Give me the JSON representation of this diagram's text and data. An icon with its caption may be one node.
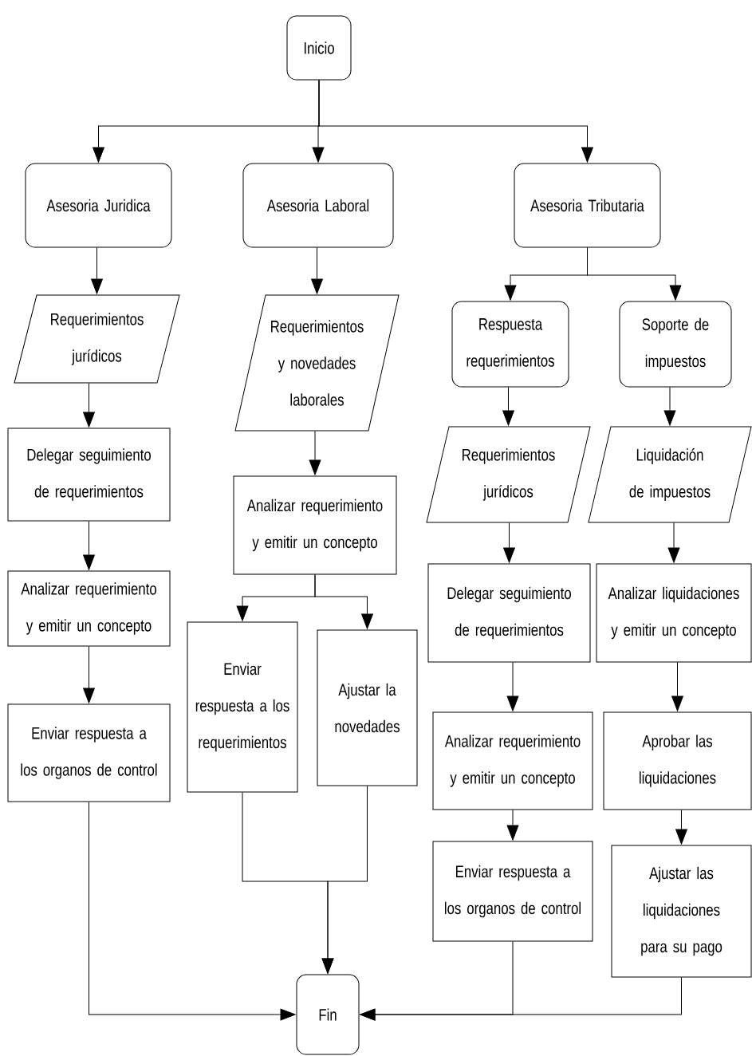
{
  "diagram": {
    "nodes": [
      {
        "text": [
          "Inicio"
        ]
      },
      {
        "text": [
          "Asesoria Juridica"
        ]
      },
      {
        "text": [
          "Asesoria Laboral"
        ]
      },
      {
        "text": [
          "Asesoria Tributaria"
        ]
      },
      {
        "text": [
          "Requerimientos jurídicos"
        ]
      },
      {
        "text": [
          "Requerimientos y novedades laborales"
        ]
      },
      {
        "text": [
          "Respuesta requerimientos"
        ]
      },
      {
        "text": [
          "Soporte de impuestos"
        ]
      },
      {
        "text": [
          "Delegar seguimiento de requerimientos"
        ]
      },
      {
        "text": [
          "Analizar requerimiento y emitir un concepto"
        ]
      },
      {
        "text": [
          "Requerimientos jurídicos"
        ]
      },
      {
        "text": [
          "Liquidación de impuestos"
        ]
      },
      {
        "text": [
          "Analizar requerimiento y emitir un concepto"
        ]
      },
      {
        "text": [
          "Delegar seguimiento de requerimientos"
        ]
      },
      {
        "text": [
          "Analizar liquidaciones y emitir un concepto"
        ]
      },
      {
        "text": [
          "Enviar respuesta a los requerimientos"
        ]
      },
      {
        "text": [
          "Ajustar la novedades"
        ]
      },
      {
        "text": [
          "Enviar respuesta a los organos de control"
        ]
      },
      {
        "text": [
          "Analizar requerimiento y emitir un concepto"
        ]
      },
      {
        "text": [
          "Aprobar las liquidaciones"
        ]
      },
      {
        "text": [
          "Enviar respuesta a los organos de control"
        ]
      },
      {
        "text": [
          "Ajustar las liquidaciones para su pago"
        ]
      },
      {
        "text": [
          "Fin"
        ]
      }
    ],
    "edges": [
      {
        "from": 0,
        "to": 1,
        "arrow": "to"
      },
      {
        "from": 0,
        "to": 2,
        "arrow": "to"
      },
      {
        "from": 0,
        "to": 3,
        "arrow": "to"
      },
      {
        "from": 1,
        "to": 4,
        "arrow": "to"
      },
      {
        "from": 2,
        "to": 5,
        "arrow": "to"
      },
      {
        "from": 3,
        "to": 6,
        "arrow": "to"
      },
      {
        "from": 3,
        "to": 7,
        "arrow": "to"
      },
      {
        "from": 4,
        "to": 8,
        "arrow": "to"
      },
      {
        "from": 8,
        "to": 12,
        "arrow": "to"
      },
      {
        "from": 12,
        "to": 17,
        "arrow": "to"
      },
      {
        "from": 17,
        "to": 22,
        "arrow": "to"
      },
      {
        "from": 5,
        "to": 9,
        "arrow": "to"
      },
      {
        "from": 9,
        "to": 15,
        "arrow": "to"
      },
      {
        "from": 9,
        "to": 16,
        "arrow": "to"
      },
      {
        "from": 15,
        "to": 22,
        "arrow": "to"
      },
      {
        "from": 16,
        "to": 22,
        "arrow": "to"
      },
      {
        "from": 6,
        "to": 10,
        "arrow": "to"
      },
      {
        "from": 10,
        "to": 13,
        "arrow": "to"
      },
      {
        "from": 13,
        "to": 18,
        "arrow": "to"
      },
      {
        "from": 18,
        "to": 20,
        "arrow": "to"
      },
      {
        "from": 20,
        "to": 22,
        "arrow": "to"
      },
      {
        "from": 7,
        "to": 11,
        "arrow": "to"
      },
      {
        "from": 11,
        "to": 14,
        "arrow": "to"
      },
      {
        "from": 14,
        "to": 19,
        "arrow": "to"
      },
      {
        "from": 19,
        "to": 21,
        "arrow": "to"
      },
      {
        "from": 21,
        "to": 22,
        "arrow": "to"
      }
    ]
  }
}
